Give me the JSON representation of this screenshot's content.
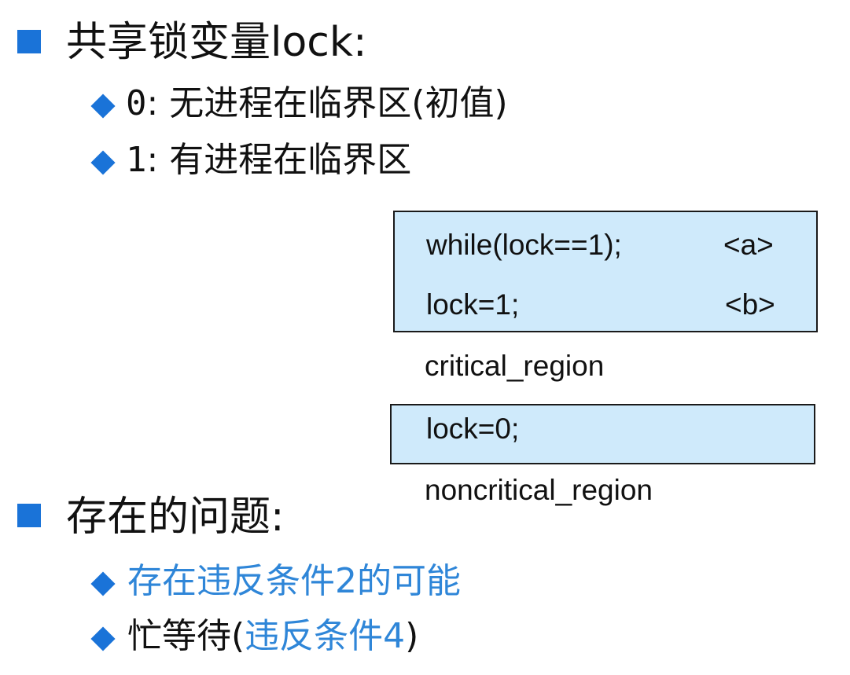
{
  "section1": {
    "heading": "共享锁变量lock:",
    "items": [
      {
        "num": "0",
        "text": ": 无进程在临界区(初值)"
      },
      {
        "num": "1",
        "text": ": 有进程在临界区"
      }
    ]
  },
  "code": {
    "box1": {
      "line1": {
        "code": "while(lock==1);",
        "tag": "<a>"
      },
      "line2": {
        "code": "lock=1;",
        "tag": "<b>"
      }
    },
    "critical": "critical_region",
    "box2": {
      "line1": "lock=0;"
    },
    "noncritical": "noncritical_region"
  },
  "section2": {
    "heading": "存在的问题:",
    "item1": "存在违反条件2的可能",
    "item2": {
      "prefix": "忙等待(",
      "blue": "违反条件4",
      "suffix": ")"
    }
  },
  "colors": {
    "bullet": "#1a73d8",
    "highlight_text": "#2f86d8",
    "code_box_fill": "#cfeafb"
  }
}
